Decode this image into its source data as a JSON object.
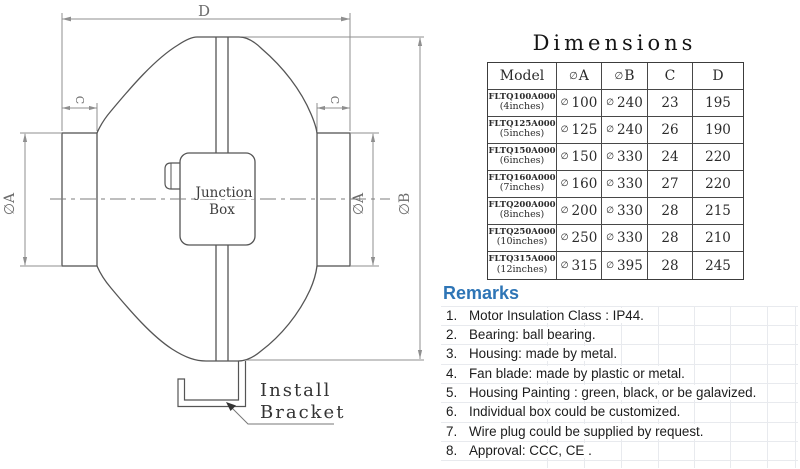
{
  "drawing": {
    "dim_d_label": "D",
    "dim_c_label": "C",
    "dim_phi_a_label": "∅A",
    "dim_phi_b_label": "∅B",
    "junction_box": [
      "Junction",
      "Box"
    ],
    "install_bracket": [
      "Install",
      "Bracket"
    ]
  },
  "table": {
    "title": "Dimensions",
    "diameter_symbol": "∅",
    "headers": {
      "model": "Model",
      "a": "A",
      "b": "B",
      "c": "C",
      "d": "D"
    },
    "rows": [
      {
        "model": "FLTQ100A000",
        "size": "(4inches)",
        "a": "100",
        "b": "240",
        "c": "23",
        "d": "195"
      },
      {
        "model": "FLTQ125A000",
        "size": "(5inches)",
        "a": "125",
        "b": "240",
        "c": "26",
        "d": "190"
      },
      {
        "model": "FLTQ150A000",
        "size": "(6inches)",
        "a": "150",
        "b": "330",
        "c": "24",
        "d": "220"
      },
      {
        "model": "FLTQ160A000",
        "size": "(7inches)",
        "a": "160",
        "b": "330",
        "c": "27",
        "d": "220"
      },
      {
        "model": "FLTQ200A000",
        "size": "(8inches)",
        "a": "200",
        "b": "330",
        "c": "28",
        "d": "215"
      },
      {
        "model": "FLTQ250A000",
        "size": "(10inches)",
        "a": "250",
        "b": "330",
        "c": "28",
        "d": "210"
      },
      {
        "model": "FLTQ315A000",
        "size": "(12inches)",
        "a": "315",
        "b": "395",
        "c": "28",
        "d": "245"
      }
    ]
  },
  "remarks": {
    "title": "Remarks",
    "items": [
      {
        "num": "1.",
        "text": "Motor Insulation Class : IP44."
      },
      {
        "num": "2.",
        "text": "Bearing: ball bearing."
      },
      {
        "num": "3.",
        "text": "Housing: made by metal."
      },
      {
        "num": "4.",
        "text": "Fan blade: made by plastic or metal."
      },
      {
        "num": "5.",
        "text": "Housing Painting : green, black,  or be galavized."
      },
      {
        "num": "6.",
        "text": "Individual box could be customized."
      },
      {
        "num": "7.",
        "text": "Wire plug could be supplied by request."
      },
      {
        "num": "8.",
        "text": "Approval: CCC, CE ."
      }
    ]
  },
  "colors": {
    "accent_blue": "#2E75B6",
    "body_line": "#555555",
    "dim_line": "#8f8f8f"
  }
}
